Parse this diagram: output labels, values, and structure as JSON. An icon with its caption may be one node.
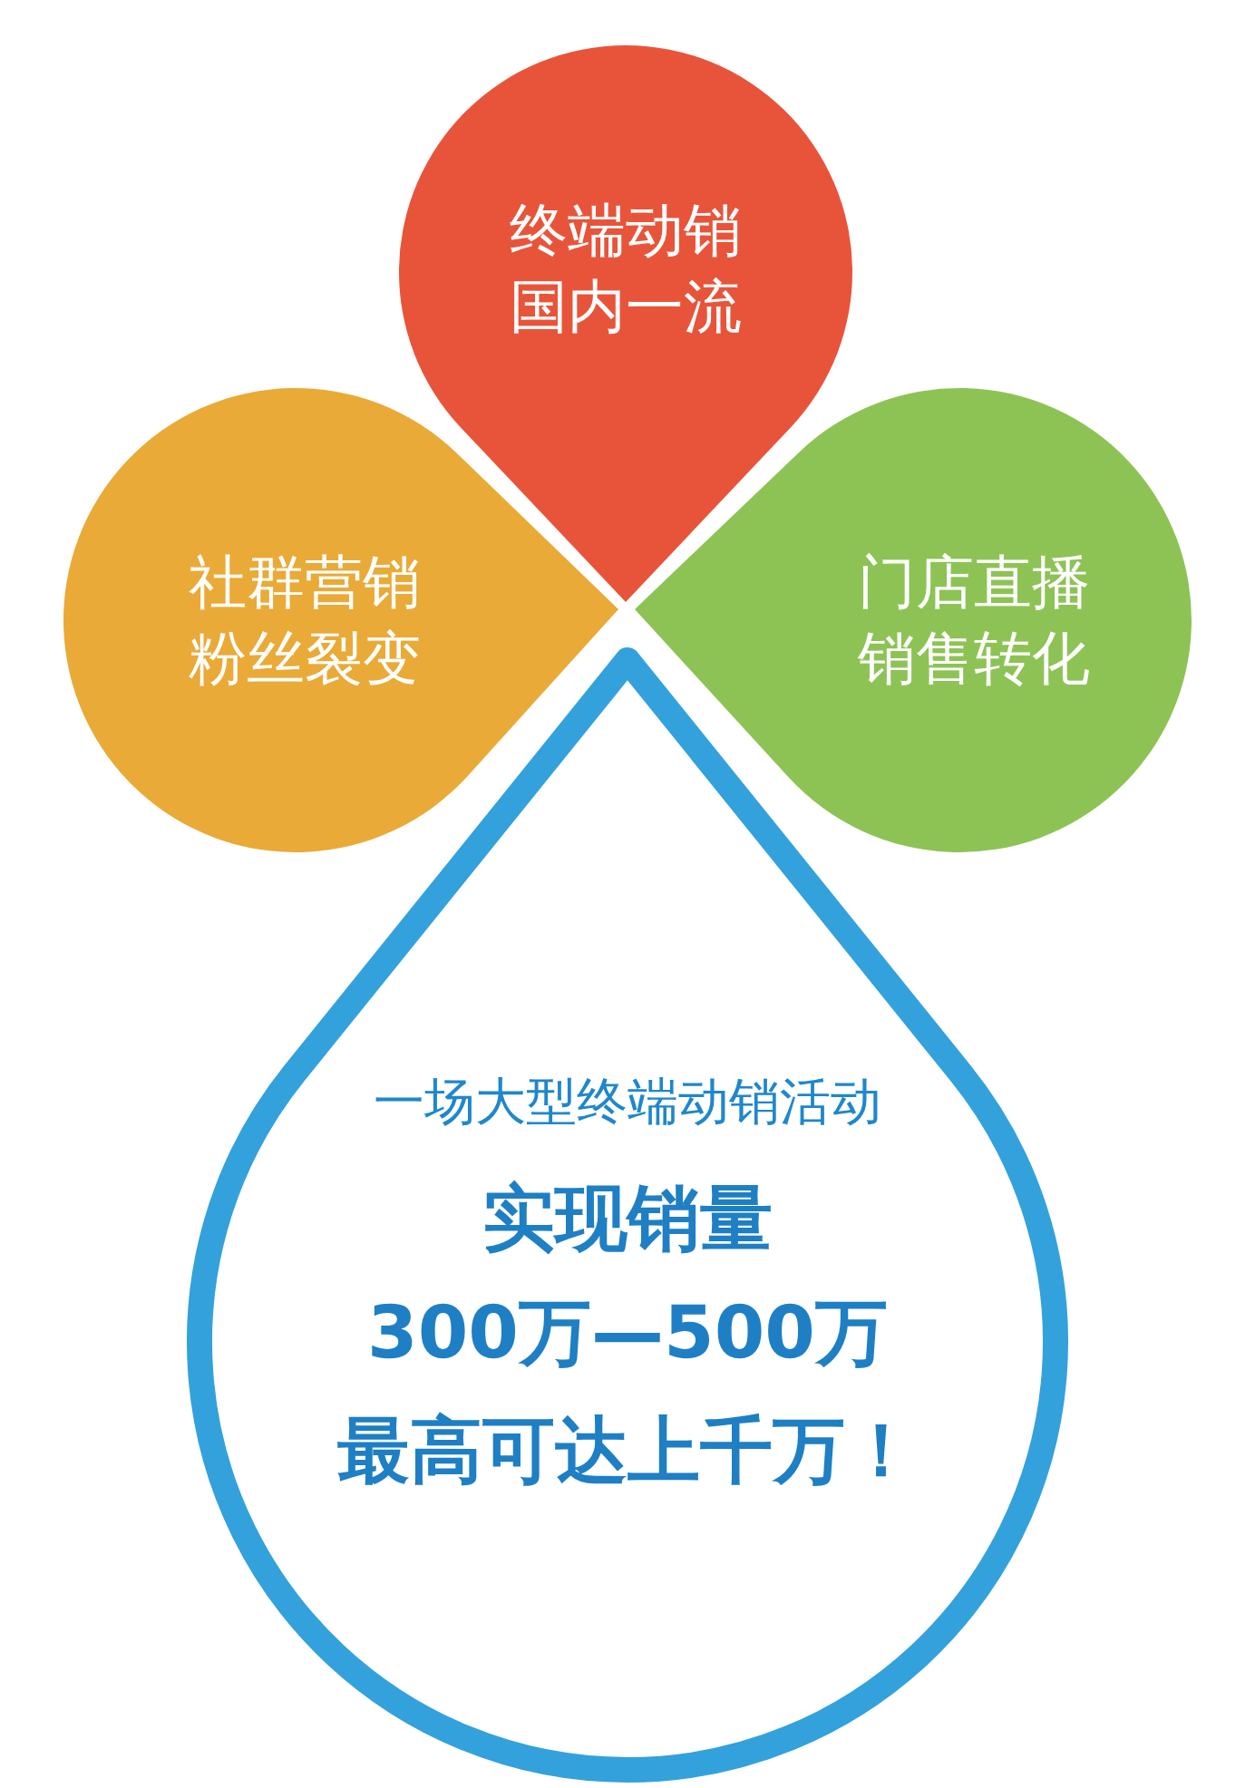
{
  "diagram": {
    "nodes": [
      {
        "text": [
          "终端动销",
          "国内一流"
        ]
      },
      {
        "text": [
          "社群营销",
          "粉丝裂变"
        ]
      },
      {
        "text": [
          "门店直播",
          "销售转化"
        ]
      },
      {
        "text": [
          "一场大型终端动销活动",
          "实现销量",
          "300万—500万",
          "最高可达上千万！"
        ]
      }
    ]
  }
}
